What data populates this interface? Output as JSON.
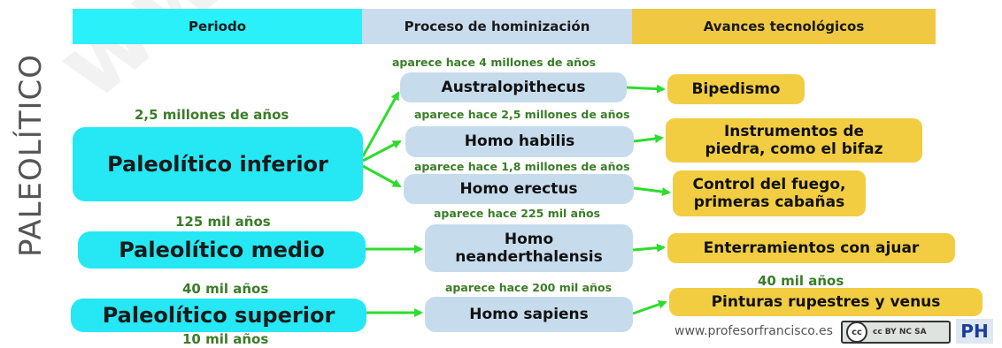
{
  "headers": {
    "periodo": "Periodo",
    "proceso": "Proceso de hominización",
    "avances": "Avances tecnológicos"
  },
  "colors": {
    "periodo_header": "#2af0fa",
    "proceso_header": "#c9dcee",
    "avances_header": "#f0c842",
    "period_box": "#25e8f4",
    "homo_box": "#c6dced",
    "advance_box": "#f2cd42",
    "date_text": "#3a7d28",
    "arrow": "#2ddc2d"
  },
  "side_label": "PALEOLÍTICO",
  "watermark": "www.yo",
  "periods": {
    "inferior": {
      "date": "2,5 millones de años",
      "label": "Paleolítico inferior"
    },
    "medio": {
      "date": "125 mil años",
      "label": "Paleolítico medio"
    },
    "superior": {
      "date": "40 mil años",
      "label": "Paleolítico superior",
      "end_date": "10 mil años"
    }
  },
  "species": {
    "australopithecus": {
      "appear": "aparece hace 4 millones de años",
      "label": "Australopithecus"
    },
    "habilis": {
      "appear": "aparece hace 2,5 millones de años",
      "label": "Homo habilis"
    },
    "erectus": {
      "appear": "aparece hace 1,8 millones de años",
      "label": "Homo erectus"
    },
    "neanderthalensis": {
      "appear": "aparece hace 225 mil años",
      "label_line1": "Homo",
      "label_line2": "neanderthalensis"
    },
    "sapiens": {
      "appear": "aparece hace 200 mil años",
      "label": "Homo sapiens"
    }
  },
  "advances": {
    "bipedismo": "Bipedismo",
    "instrumentos_line1": "Instrumentos de",
    "instrumentos_line2": "piedra, como el bifaz",
    "fuego_line1": "Control del fuego,",
    "fuego_line2": "primeras cabañas",
    "enterramientos": "Enterramientos con ajuar",
    "pinturas_date": "40 mil años",
    "pinturas": "Pinturas rupestres y venus"
  },
  "footer": {
    "site": "www.profesorfrancisco.es",
    "license_icon": "cc-by-nc-sa-icon",
    "license_text": "cc BY NC SA",
    "logo": "PH"
  }
}
